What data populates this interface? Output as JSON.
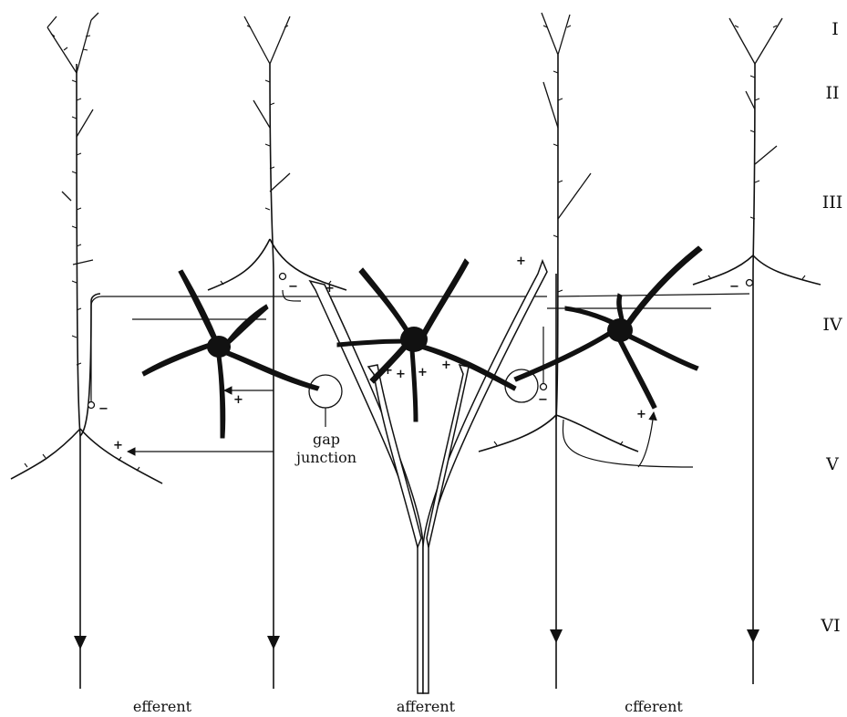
{
  "layers": [
    "I",
    "II",
    "III",
    "IV",
    "V",
    "VI"
  ],
  "bottom_labels": {
    "left": "efferent",
    "center": "afferent",
    "right": "cfferent"
  },
  "gap_junction": {
    "line1": "gap",
    "line2": "junction"
  },
  "signs": {
    "excitatory": "+",
    "inhibitory": "−"
  },
  "colors": {
    "ink": "#111111",
    "paper": "#ffffff"
  }
}
